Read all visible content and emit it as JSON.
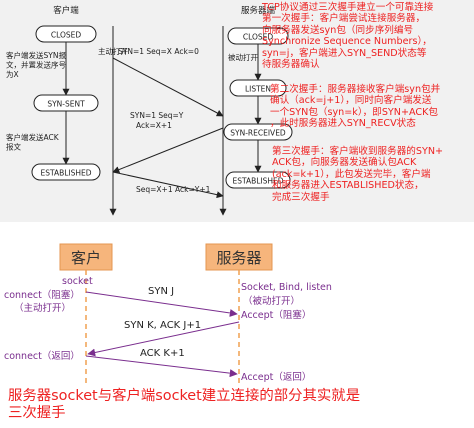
{
  "top": {
    "client_header": "客户端",
    "server_header": "服务器端",
    "client_desc_send": "客户端发送SYN报\n文，并置发送序号\n为X",
    "active_open": "主动打开",
    "passive_open": "被动打开",
    "client_desc_ack": "客户端发送ACK\n报文",
    "states": {
      "client_closed": "CLOSED",
      "client_syn_sent": "SYN-SENT",
      "client_established": "ESTABLISHED",
      "server_closed": "CLOSED",
      "server_listen": "LISTEN",
      "server_syn_received": "SYN-RECEIVED",
      "server_established": "ESTABLISHED"
    },
    "msg1": "SYN=1 Seq=X Ack=0",
    "msg2_line1": "SYN=1 Seq=Y",
    "msg2_line2": "Ack=X+1",
    "msg3": "Seq=X+1 Ack=Y+1"
  },
  "notes": {
    "note1": "TCP协议通过三次握手建立一个可靠连接\n第一次握手：客户端尝试连接服务器，\n向服务器发送syn包（同步序列编号\nSynchronize Sequence Numbers），\nsyn=j，客户端进入SYN_SEND状态等\n待服务器确认",
    "note2": "第二次握手：服务器接收客户端syn包并\n确认（ack=j+1），同时向客户端发送\n一个SYN包（syn=k），即SYN+ACK包\n，此时服务器进入SYN_RECV状态",
    "note3": "第三次握手：客户端收到服务器的SYN+\nACK包，向服务器发送确认包ACK\n(ack=k+1），此包发送完毕，客户端\n和服务器进入ESTABLISHED状态，\n完成三次握手"
  },
  "bottom": {
    "client_title": "客户",
    "server_title": "服务器",
    "client_socket": "socket",
    "client_connect": "connect（阻塞）",
    "client_active": "（主动打开）",
    "client_connect_return": "connect（返回）",
    "server_socket_bind_listen": "Socket, Bind, listen",
    "server_passive": "（被动打开）",
    "server_accept_block": "Accept（阻塞）",
    "server_accept_return": "Accept（返回）",
    "msg1": "SYN J",
    "msg2": "SYN K, ACK J+1",
    "msg3": "ACK K+1"
  },
  "caption": "服务器socket与客户端socket建立连接的部分其实就是\n三次握手",
  "colors": {
    "panel_bg": "#f1f1f1",
    "red": "#ee2222",
    "box_orange": "#f6b57c",
    "box_border": "#e49650",
    "purple": "#7a2e8e",
    "dash_orange": "#f0a050",
    "line_dark": "#222222"
  }
}
